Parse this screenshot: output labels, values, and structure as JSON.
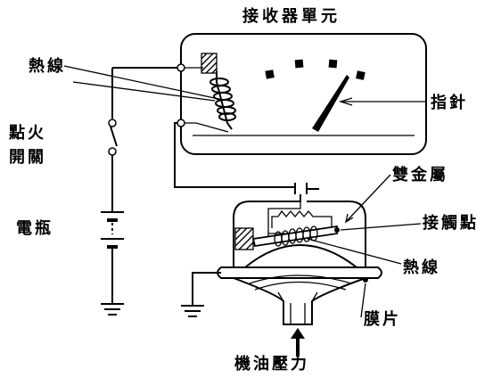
{
  "labels": {
    "receiver_unit": "接收器單元",
    "hot_wire_top": "熱線",
    "ignition_switch": "點火\n開關",
    "battery": "電瓶",
    "needle": "指針",
    "bimetal": "雙金屬",
    "contact_point": "接觸點",
    "hot_wire_bottom": "熱線",
    "diaphragm": "膜片",
    "oil_pressure": "機油壓力"
  }
}
